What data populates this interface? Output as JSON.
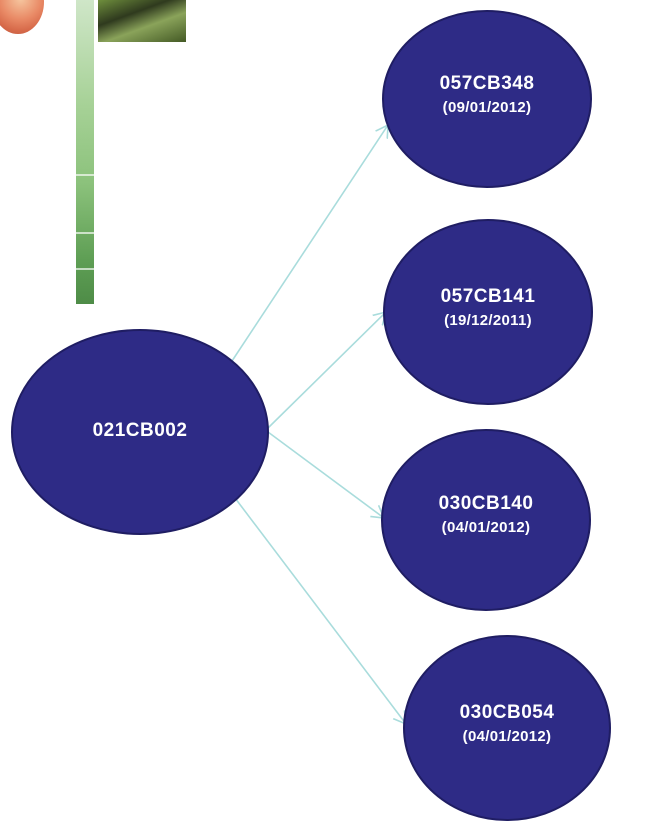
{
  "source_node": {
    "code": "021CB002"
  },
  "target_nodes": [
    {
      "code": "057CB348",
      "date": "(09/01/2012)"
    },
    {
      "code": "057CB141",
      "date": "(19/12/2011)"
    },
    {
      "code": "030CB140",
      "date": "(04/01/2012)"
    },
    {
      "code": "030CB054",
      "date": "(04/01/2012)"
    }
  ],
  "colors": {
    "node_fill": "#2e2b86",
    "node_stroke": "#1f1d63",
    "arrow": "#a9dcdc",
    "text": "#ffffff"
  }
}
